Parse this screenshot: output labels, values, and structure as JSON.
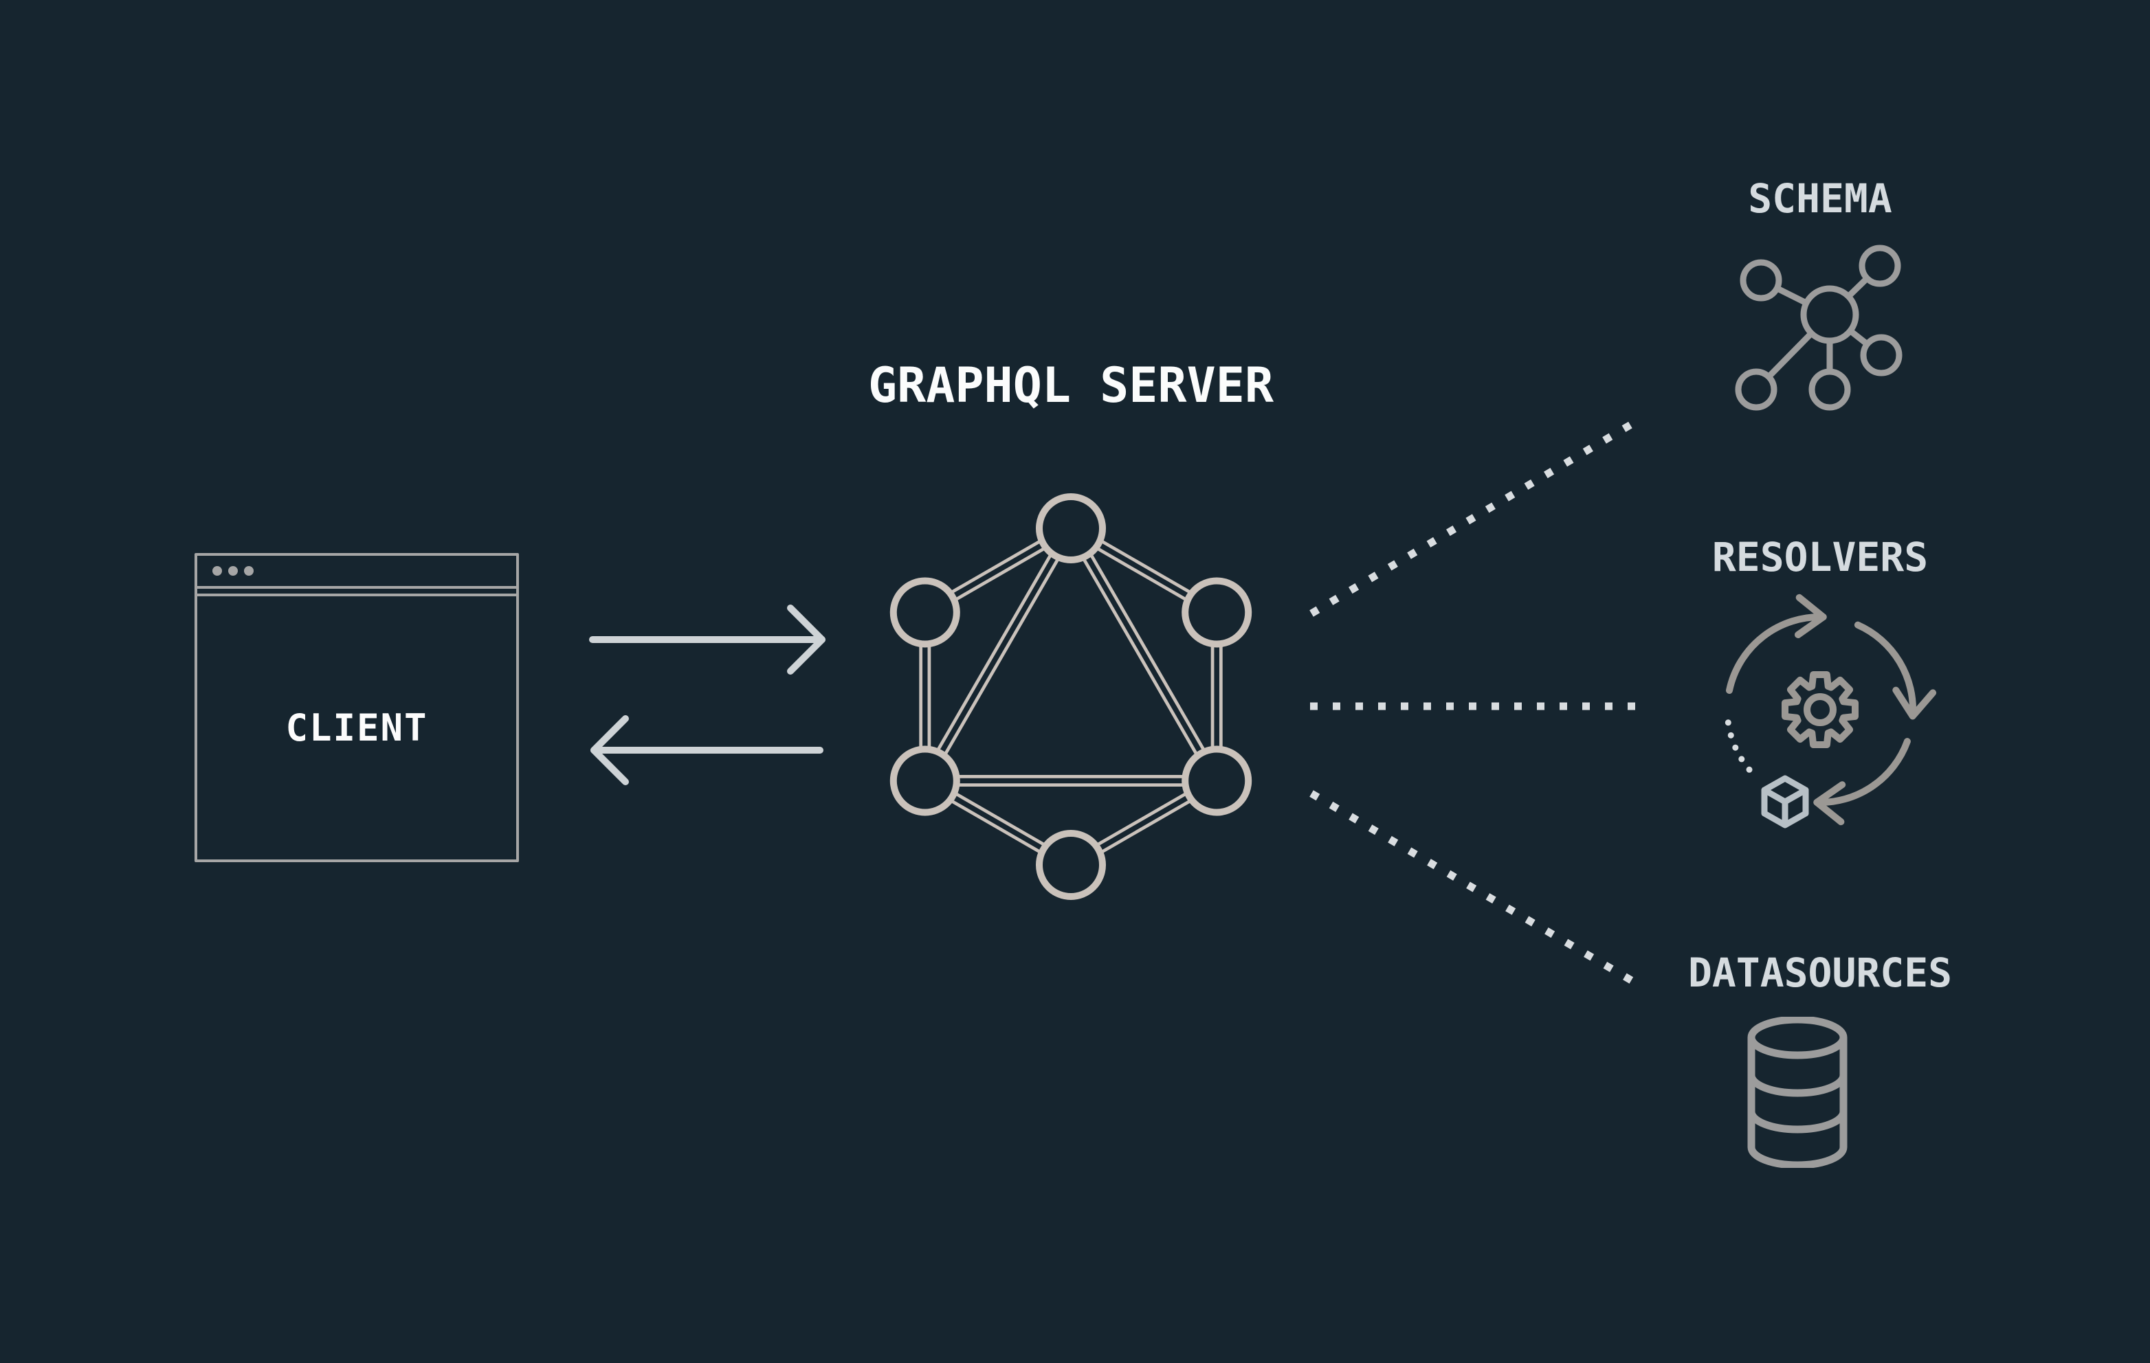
{
  "diagram_title": "GRAPHQL SERVER",
  "client": {
    "label": "CLIENT",
    "window_traffic_dots": 3
  },
  "server": {
    "title": "GRAPHQL SERVER",
    "logo": "graphql-hexagon-logo"
  },
  "targets": [
    {
      "label": "SCHEMA",
      "icon": "schema-graph-icon"
    },
    {
      "label": "RESOLVERS",
      "icon": "resolvers-cycle-icon"
    },
    {
      "label": "DATASOURCES",
      "icon": "database-icon"
    }
  ],
  "connections": [
    {
      "from": "CLIENT",
      "to": "GRAPHQL SERVER",
      "type": "solid-arrow",
      "direction": "right"
    },
    {
      "from": "GRAPHQL SERVER",
      "to": "CLIENT",
      "type": "solid-arrow",
      "direction": "left"
    },
    {
      "from": "GRAPHQL SERVER",
      "to": "SCHEMA",
      "type": "dotted-line"
    },
    {
      "from": "GRAPHQL SERVER",
      "to": "RESOLVERS",
      "type": "dotted-line"
    },
    {
      "from": "GRAPHQL SERVER",
      "to": "DATASOURCES",
      "type": "dotted-line"
    }
  ],
  "colors": {
    "background": "#16252f",
    "window_border": "#a6a6a6",
    "logo_stroke": "#cac2bb",
    "icon_stroke": "#9c9c9c",
    "resolver_arc_stroke": "#9b9894",
    "cube_stroke": "#b7c0c6",
    "arrow": "#ced3d6",
    "dotted_line": "#d9dde0",
    "label_text": "#d5dbdf",
    "title_text": "#fbfcfc",
    "client_text": "#fcfcfc"
  }
}
